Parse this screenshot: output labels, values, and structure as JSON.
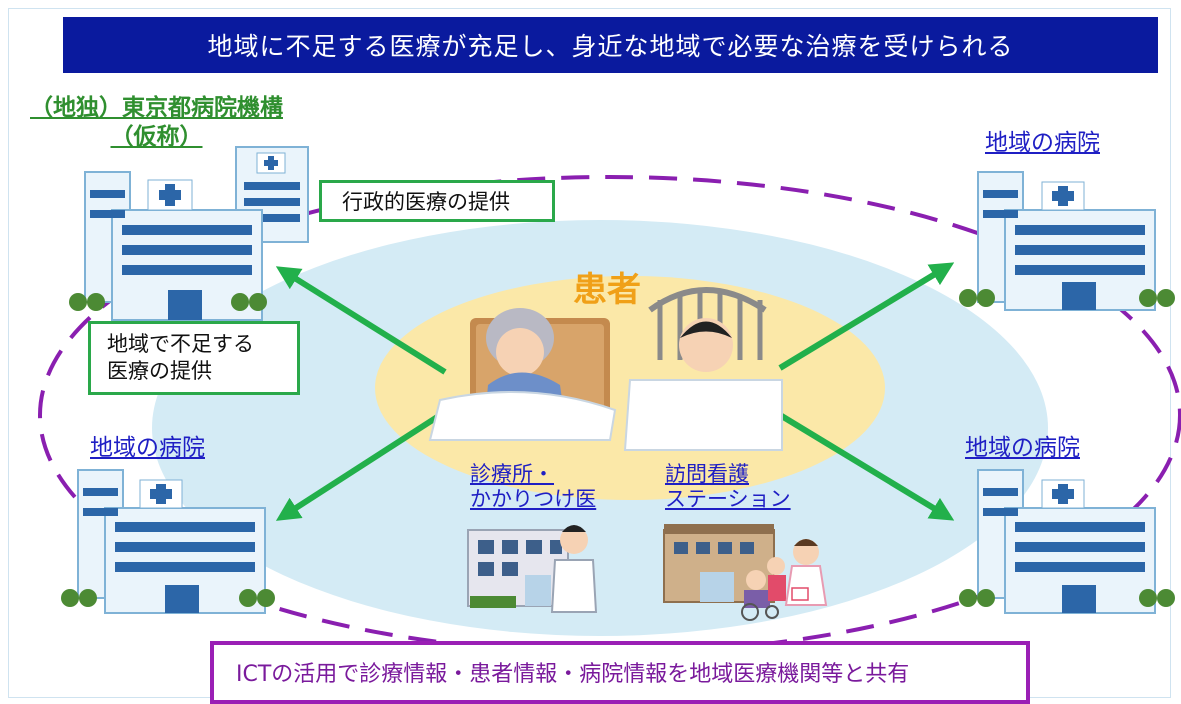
{
  "banner": "地域に不足する医療が充足し、身近な地域で必要な治療を受けられる",
  "metro_org": {
    "line1": "（地独）東京都病院機構",
    "line2": "（仮称）"
  },
  "admin_care_box": "行政的医療の提供",
  "shortage_box": {
    "line1": "地域で不足する",
    "line2": "医療の提供"
  },
  "patient_label": "患者",
  "hospital_labels": {
    "top_right": "地域の病院",
    "mid_left": "地域の病院",
    "mid_right": "地域の病院"
  },
  "clinic": {
    "line1": "診療所・",
    "line2": "かかりつけ医"
  },
  "nursing": {
    "line1": "訪問看護",
    "line2": "ステーション"
  },
  "ict_box": "ICTの活用で診療情報・患者情報・病院情報を地域医療機関等と共有",
  "colors": {
    "banner_bg": "#0a1a9e",
    "arrow": "#22b04b",
    "dashed_ellipse": "#8a1fb0",
    "outer_ellipse": "#d4ebf5",
    "inner_ellipse": "#fbe8a8",
    "patient_text": "#f0a018"
  },
  "icons": [
    "hospital-icon",
    "clinic-building-icon",
    "doctor-icon",
    "nurse-icon",
    "elderly-patient-icon",
    "bed-patient-icon"
  ]
}
